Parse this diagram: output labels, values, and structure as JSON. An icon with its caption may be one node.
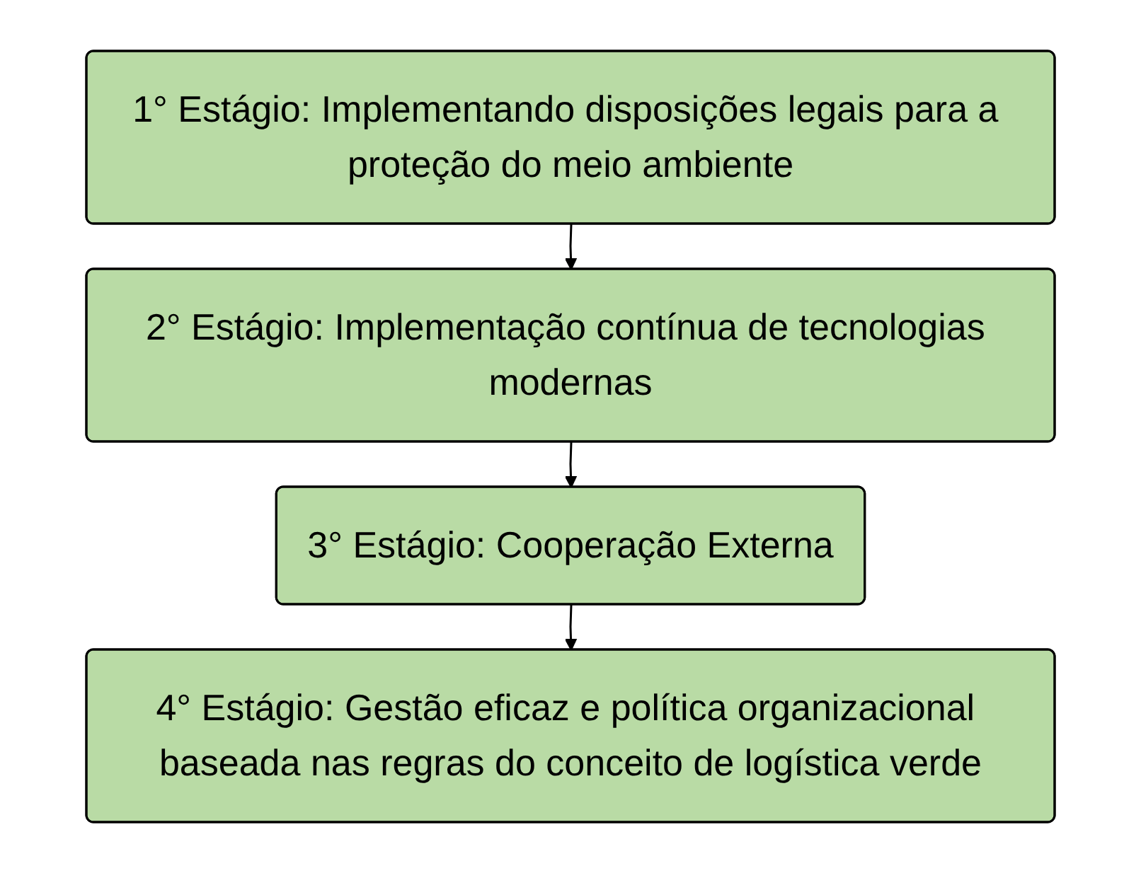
{
  "diagram": {
    "nodes": [
      {
        "text": [
          "1° Estágio: Implementando disposições legais para a proteção do meio ambiente"
        ]
      },
      {
        "text": [
          "2° Estágio: Implementação contínua de tecnologias modernas"
        ]
      },
      {
        "text": [
          "3° Estágio: Cooperação Externa"
        ]
      },
      {
        "text": [
          "4° Estágio: Gestão eficaz e política organizacional baseada nas regras do conceito de logística verde"
        ]
      }
    ],
    "edges": [
      {
        "from": 0,
        "to": 1,
        "arrow": "to"
      },
      {
        "from": 1,
        "to": 2,
        "arrow": "to"
      },
      {
        "from": 2,
        "to": 3,
        "arrow": "to"
      }
    ]
  }
}
